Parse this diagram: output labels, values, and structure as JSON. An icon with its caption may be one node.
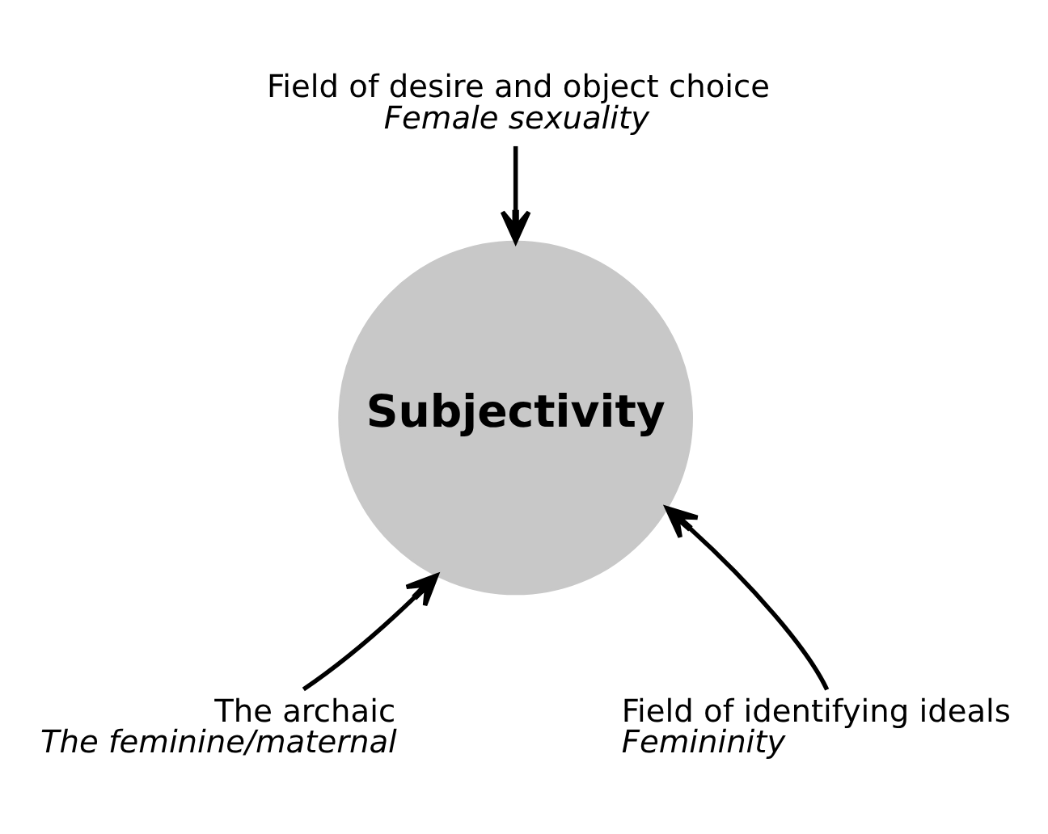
{
  "diagram": {
    "nodes": [
      {
        "text": [
          "Field of desire and object choice",
          "Female sexuality"
        ]
      },
      {
        "text": [
          "Subjectivity"
        ]
      },
      {
        "text": [
          "The archaic",
          "The feminine/maternal"
        ]
      },
      {
        "text": [
          "Field of identifying ideals",
          "Femininity"
        ]
      }
    ],
    "edges": [
      {
        "from": 0,
        "to": 1,
        "arrow": "to"
      },
      {
        "from": 2,
        "to": 1,
        "arrow": "to"
      },
      {
        "from": 3,
        "to": 1,
        "arrow": "to"
      }
    ]
  }
}
